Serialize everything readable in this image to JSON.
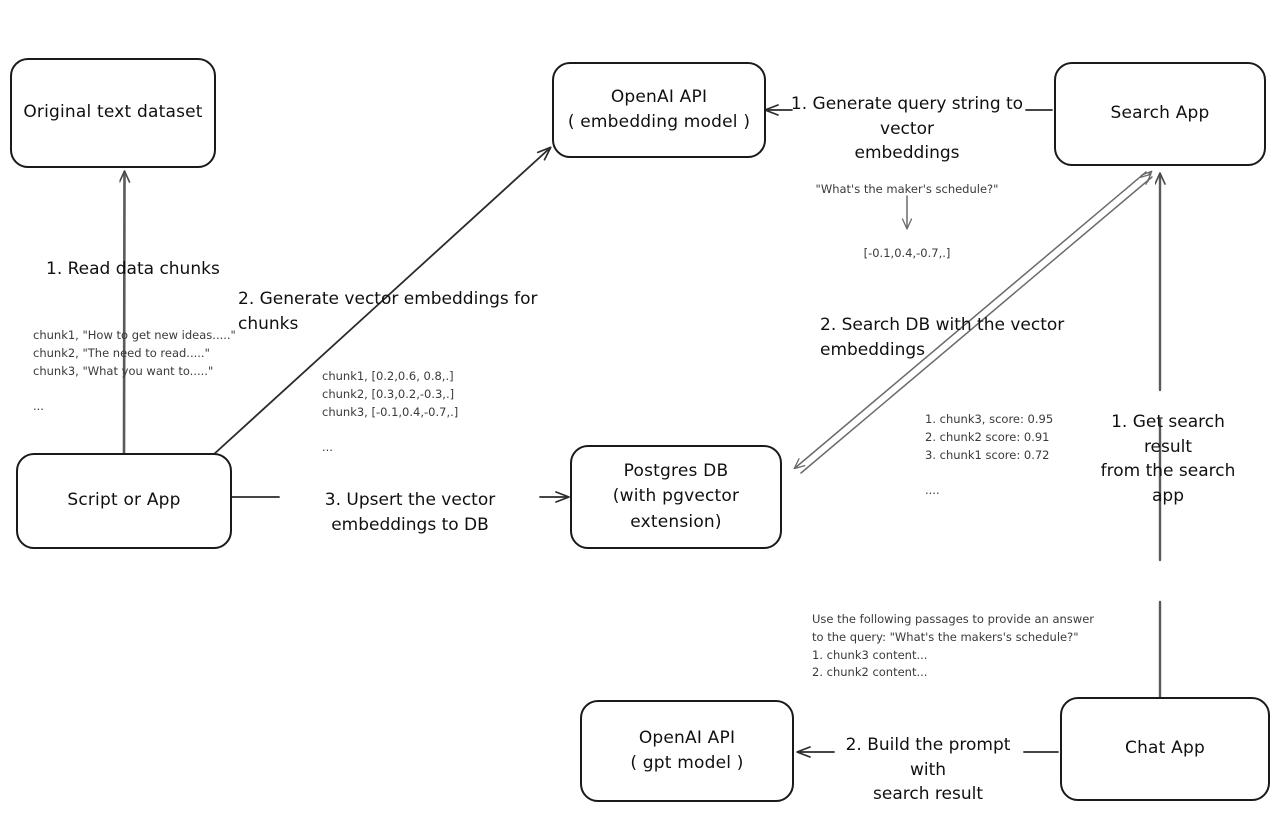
{
  "diagram": {
    "title": "Vector search RAG architecture",
    "background": "#ffffff",
    "stroke": "#1a1a1a",
    "note_color": "#3a3a3a"
  },
  "nodes": {
    "original_dataset": {
      "label": "Original text dataset"
    },
    "script_or_app": {
      "label": "Script or App"
    },
    "openai_embedding": {
      "line1": "OpenAI API",
      "line2": "( embedding model )"
    },
    "postgres_db": {
      "line1": "Postgres DB",
      "line2": "(with pgvector extension)"
    },
    "search_app": {
      "label": "Search App"
    },
    "chat_app": {
      "label": "Chat App"
    },
    "openai_gpt": {
      "line1": "OpenAI API",
      "line2": "( gpt model )"
    }
  },
  "edge_labels": {
    "read_data_chunks": "1. Read data chunks",
    "generate_vector_embeddings": "2. Generate vector embeddings for chunks",
    "upsert_to_db": "3. Upsert the vector embeddings  to DB",
    "generate_query_embeddings": "1. Generate query string to vector\nembeddings",
    "search_db": "2. Search DB with the vector embeddings",
    "get_search_result": "1. Get search result\nfrom the search app",
    "build_prompt": "2. Build the prompt with\nsearch result"
  },
  "notes": {
    "raw_chunks": "chunk1, \"How to get new ideas.....\"\nchunk2, \"The need to read.....\"\nchunk3, \"What you want to.....\"\n\n...",
    "chunk_embeddings": "chunk1, [0.2,0.6, 0.8,.]\nchunk2, [0.3,0.2,-0.3,.]\nchunk3, [-0.1,0.4,-0.7,.]\n\n...",
    "query_string": "\"What's the maker's schedule?\"",
    "query_embedding": "[-0.1,0.4,-0.7,.]",
    "search_results": "1. chunk3, score: 0.95\n2. chunk2 score: 0.91\n3. chunk1 score: 0.72\n\n....",
    "prompt_text": "Use the following passages to provide an answer\nto the query: \"What's the makers's schedule?\"\n1. chunk3 content...\n2. chunk2 content..."
  }
}
